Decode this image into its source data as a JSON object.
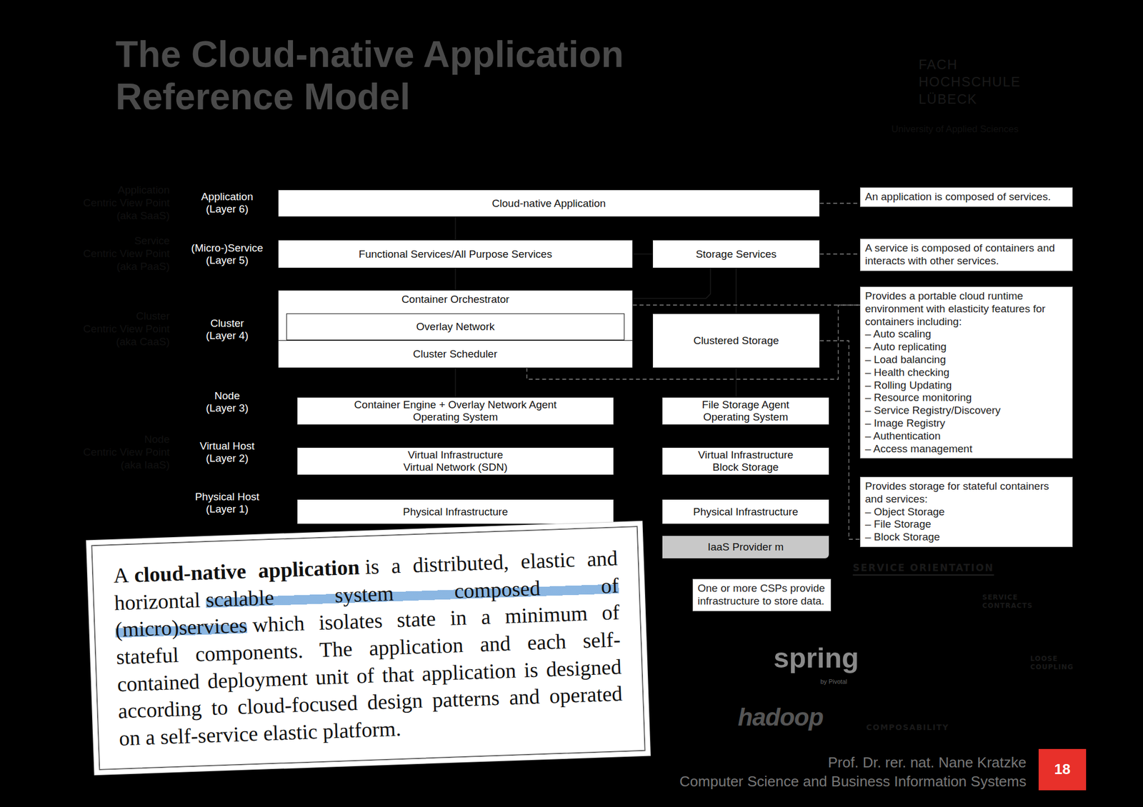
{
  "diagram": {
    "title": "The Cloud-native Application Reference Model",
    "nodes": [
      {
        "text": [
          "Application",
          "(Layer 6)"
        ]
      },
      {
        "text": [
          "(Micro-)Service",
          "(Layer 5)"
        ]
      },
      {
        "text": [
          "Cluster",
          "(Layer 4)"
        ]
      },
      {
        "text": [
          "Node",
          "(Layer 3)"
        ]
      },
      {
        "text": [
          "Virtual Host",
          "(Layer 2)"
        ]
      },
      {
        "text": [
          "Physical Host",
          "(Layer 1)"
        ]
      },
      {
        "text": [
          "Cloud-native Application"
        ]
      },
      {
        "text": [
          "Functional Services/All Purpose Services"
        ]
      },
      {
        "text": [
          "Storage Services"
        ]
      },
      {
        "text": [
          "Container Orchestrator"
        ]
      },
      {
        "text": [
          "Overlay Network"
        ],
        "in": 9
      },
      {
        "text": [
          "Cluster Scheduler"
        ],
        "in": 9
      },
      {
        "text": [
          "Clustered Storage"
        ]
      },
      {
        "text": [
          "Container Engine + Overlay Network Agent",
          "Operating System"
        ]
      },
      {
        "text": [
          "Virtual Infrastructure",
          "Virtual Network (SDN)"
        ]
      },
      {
        "text": [
          "Physical Infrastructure"
        ]
      },
      {
        "text": [
          "File Storage Agent",
          "Operating System"
        ]
      },
      {
        "text": [
          "Virtual Infrastructure",
          "Block Storage"
        ]
      },
      {
        "text": [
          "Physical Infrastructure"
        ]
      },
      {
        "text": [
          "IaaS Provider m"
        ]
      },
      {
        "text": [
          "An application is composed of services."
        ]
      },
      {
        "text": [
          "A service is composed of containers and interacts with other services."
        ]
      },
      {
        "text": [
          "Provides a portable cloud runtime environment with elasticity features for containers including:",
          "– Auto scaling",
          "– Auto replicating",
          "– Load balancing",
          "– Health checking",
          "– Rolling Updating",
          "– Resource monitoring",
          "– Service Registry/Discovery",
          "– Image Registry",
          "– Authentication",
          "– Access management"
        ]
      },
      {
        "text": [
          "Provides storage for stateful containers and services:",
          "– Object Storage",
          "– File Storage",
          "– Block Storage"
        ]
      },
      {
        "text": [
          "One or more CSPs provide infrastructure to store data."
        ]
      },
      {
        "text": [
          "A",
          "cloud-native application",
          "is a distributed, elastic and horizontal",
          "scalable system composed of (micro)services",
          "which isolates state in a minimum of stateful components. The application and each self-contained deployment unit of that application is designed according to cloud-focused design patterns and operated on a self-service elastic platform."
        ]
      },
      {
        "text": [
          "18"
        ]
      }
    ],
    "edges": [
      {
        "from": 6,
        "to": 7,
        "arrow": "none"
      },
      {
        "from": 7,
        "to": 8,
        "arrow": "none"
      },
      {
        "from": 7,
        "to": 9,
        "arrow": "none"
      },
      {
        "from": 8,
        "to": 12,
        "arrow": "none"
      },
      {
        "from": 8,
        "to": 9,
        "arrow": "none"
      },
      {
        "from": 11,
        "to": 13,
        "arrow": "none"
      },
      {
        "from": 12,
        "to": 16,
        "arrow": "none"
      },
      {
        "from": 6,
        "to": 20,
        "arrow": "none"
      },
      {
        "from": 8,
        "to": 21,
        "arrow": "none"
      },
      {
        "from": 9,
        "to": 22,
        "arrow": "none"
      },
      {
        "from": 11,
        "to": 22,
        "arrow": "none"
      },
      {
        "from": 12,
        "to": 23,
        "arrow": "none"
      }
    ],
    "labels": [
      "FACH",
      "HOCHSCHULE",
      "LÜBECK",
      "University of Applied Sciences",
      "Application",
      "Centric View Point",
      "(aka SaaS)",
      "Service",
      "Centric View Point",
      "(aka PaaS)",
      "Cluster",
      "Centric View Point",
      "(aka CaaS)",
      "Node",
      "Centric View Point",
      "(aka IaaS)",
      "SERVICE ORIENTATION",
      "SERVICE CONTRACTS",
      "LOOSE COUPLING",
      "COMPOSABILITY",
      "spring",
      "by Pivotal",
      "hadoop",
      "Prof. Dr. rer. nat. Nane Kratzke",
      "Computer Science and Business Information Systems"
    ]
  }
}
